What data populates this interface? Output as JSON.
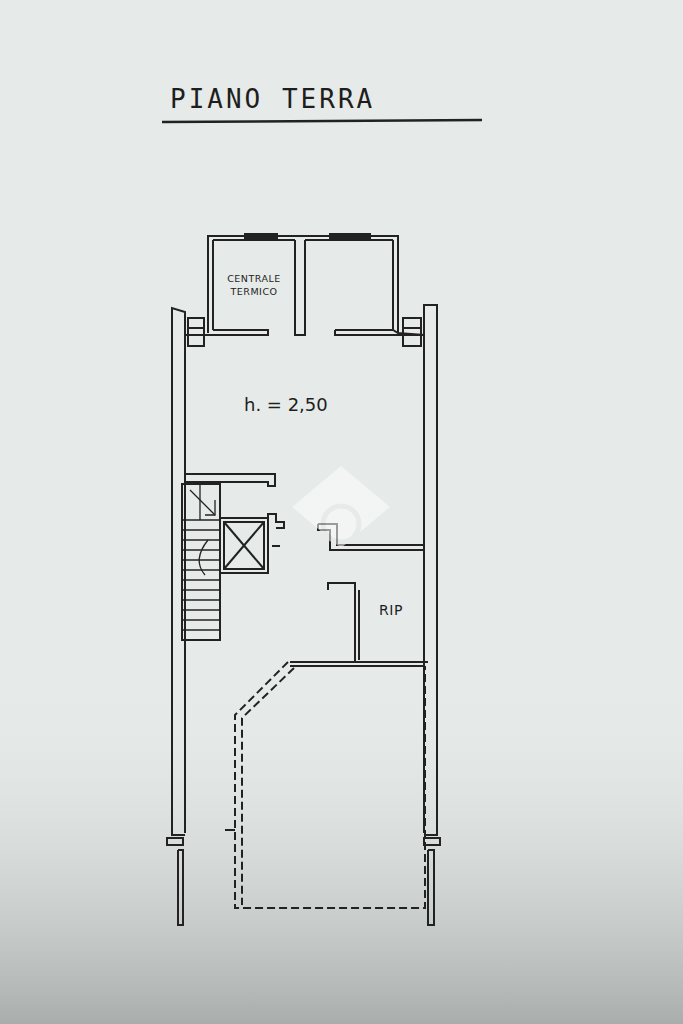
{
  "diagram": {
    "title": "PIANO TERRA",
    "nodes": [
      {
        "text": [
          "CENTRALE TERMICO"
        ]
      },
      {
        "text": [
          "RIP"
        ]
      }
    ],
    "labels": [
      "h. = 2,50"
    ]
  }
}
